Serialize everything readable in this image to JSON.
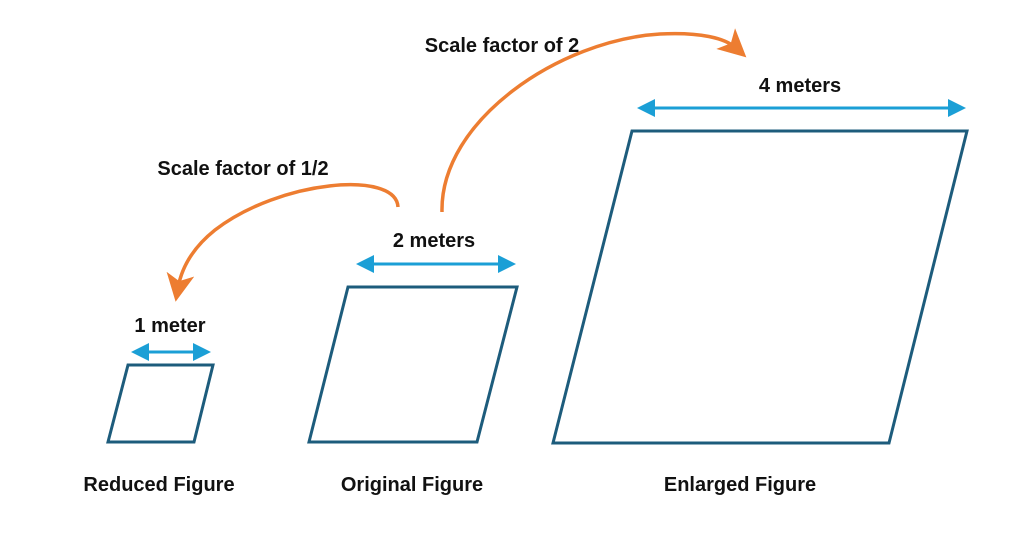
{
  "arrows": {
    "half": "Scale factor of 1/2",
    "double": "Scale factor of 2"
  },
  "dimensions": {
    "reduced": "1 meter",
    "original": "2 meters",
    "enlarged": "4 meters"
  },
  "figures": {
    "reduced": "Reduced Figure",
    "original": "Original Figure",
    "enlarged": "Enlarged Figure"
  },
  "colors": {
    "outline": "#1d5c7c",
    "dimension": "#1b9fd6",
    "scale_arrow": "#ed7d31"
  }
}
